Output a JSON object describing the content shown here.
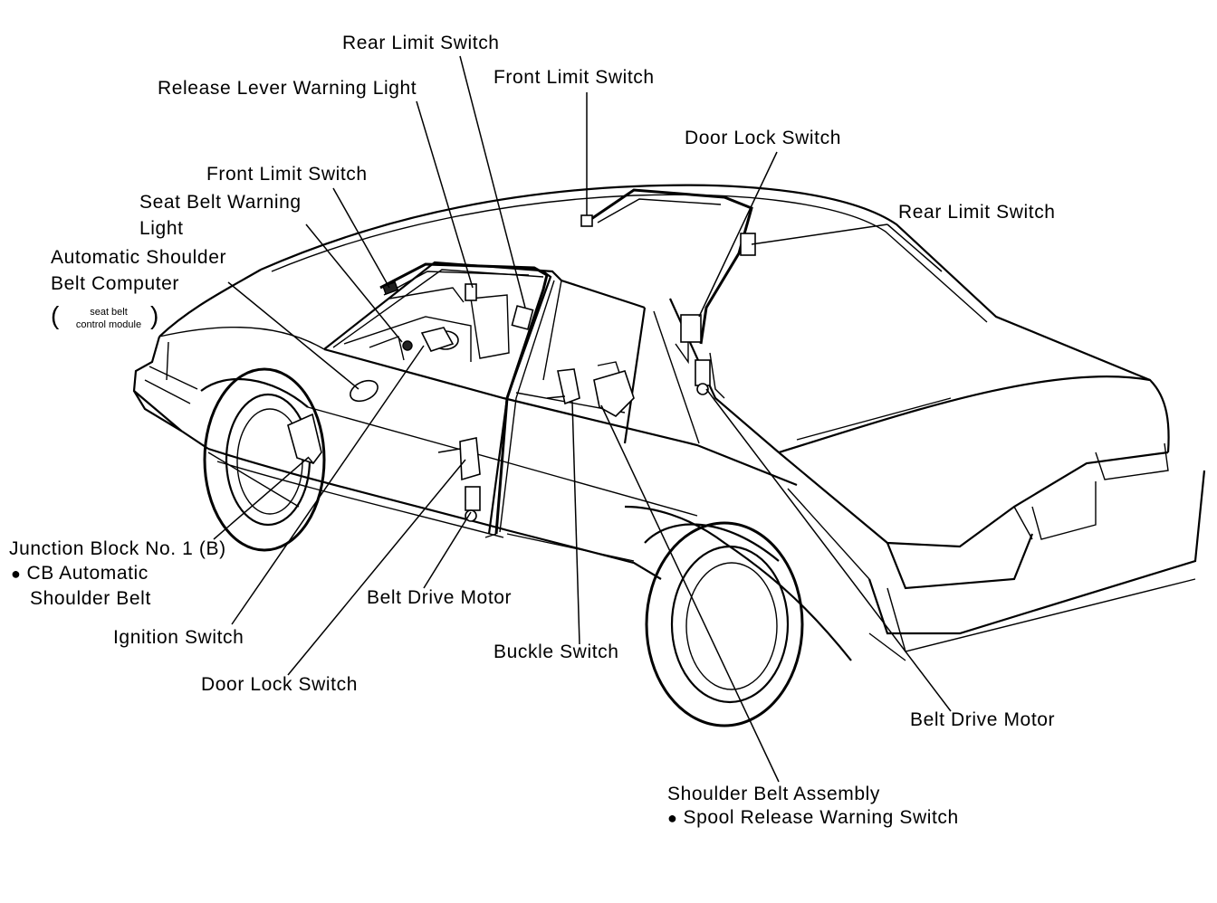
{
  "labels": {
    "rear_limit_switch_front": "Rear Limit Switch",
    "front_limit_switch_top": "Front Limit Switch",
    "release_lever_warning_light": "Release Lever Warning Light",
    "door_lock_switch_rear": "Door Lock Switch",
    "front_limit_switch_left": "Front Limit Switch",
    "rear_limit_switch_rear": "Rear Limit Switch",
    "seat_belt_warning_light_1": "Seat Belt Warning",
    "seat_belt_warning_light_2": "Light",
    "auto_shoulder_belt_computer_1": "Automatic Shoulder",
    "auto_shoulder_belt_computer_2": "Belt Computer",
    "control_module_1": "seat belt",
    "control_module_2": "control module",
    "junction_block_1": "Junction Block No. 1 (B)",
    "junction_block_2": "CB Automatic",
    "junction_block_3": "Shoulder Belt",
    "belt_drive_motor_front": "Belt Drive Motor",
    "ignition_switch": "Ignition Switch",
    "buckle_switch": "Buckle Switch",
    "door_lock_switch_front": "Door Lock Switch",
    "belt_drive_motor_rear": "Belt Drive Motor",
    "shoulder_belt_assembly_1": "Shoulder Belt Assembly",
    "shoulder_belt_assembly_2": "Spool Release Warning Switch"
  },
  "symbols": {
    "bullet": "●",
    "paren_open": "(",
    "paren_close": ")"
  }
}
